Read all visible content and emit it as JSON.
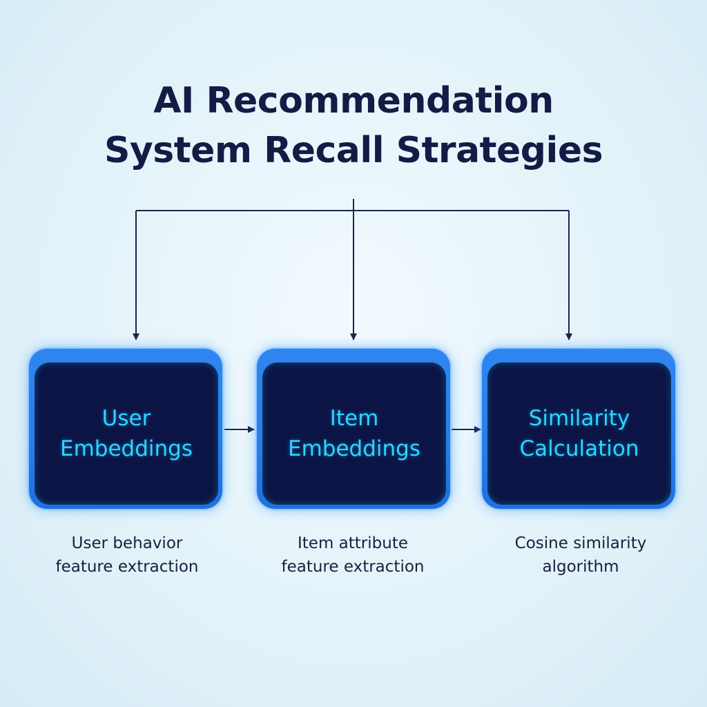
{
  "title": {
    "line1": "AI Recommendation",
    "line2": "System Recall Strategies"
  },
  "nodes": [
    {
      "label_line1": "User",
      "label_line2": "Embeddings",
      "caption_line1": "User behavior",
      "caption_line2": "feature extraction"
    },
    {
      "label_line1": "Item",
      "label_line2": "Embeddings",
      "caption_line1": "Item attribute",
      "caption_line2": "feature extraction"
    },
    {
      "label_line1": "Similarity",
      "label_line2": "Calculation",
      "caption_line1": "Cosine similarity",
      "caption_line2": "algorithm"
    }
  ],
  "colors": {
    "node_fill": "#0c1445",
    "node_border": "#2a7de8",
    "node_text": "#2fd4ff",
    "connector": "#1c2350",
    "title_text": "#141b45"
  }
}
